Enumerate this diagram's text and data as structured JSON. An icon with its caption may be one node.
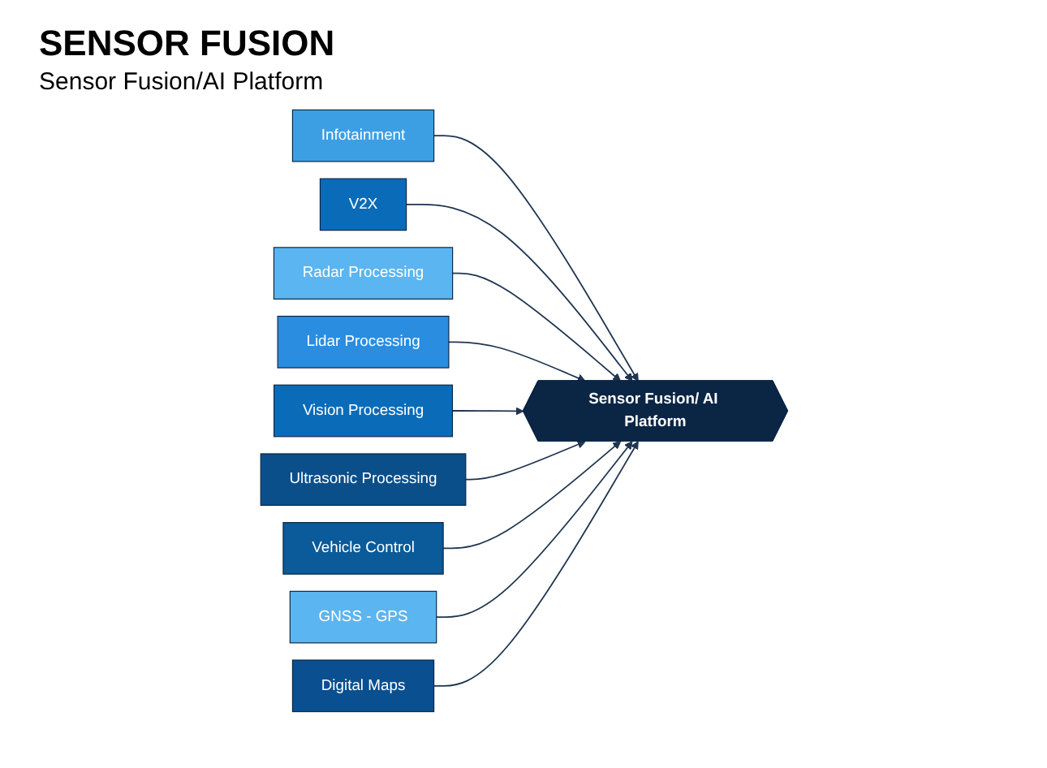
{
  "diagram": {
    "title": "SENSOR FUSION",
    "nodes": [
      {
        "text": [
          "Infotainment"
        ]
      },
      {
        "text": [
          "V2X"
        ]
      },
      {
        "text": [
          "Radar Processing"
        ]
      },
      {
        "text": [
          "Lidar Processing"
        ]
      },
      {
        "text": [
          "Vision Processing"
        ]
      },
      {
        "text": [
          "Ultrasonic Processing"
        ]
      },
      {
        "text": [
          "Sensor Fusion/ AI Platform"
        ]
      },
      {
        "text": [
          "Vehicle Control"
        ]
      },
      {
        "text": [
          "GNSS - GPS"
        ]
      },
      {
        "text": [
          "Digital Maps"
        ]
      }
    ],
    "edges": [
      {
        "from": 0,
        "to": 6,
        "arrow": "to"
      },
      {
        "from": 1,
        "to": 6,
        "arrow": "to"
      },
      {
        "from": 2,
        "to": 6,
        "arrow": "to"
      },
      {
        "from": 3,
        "to": 6,
        "arrow": "to"
      },
      {
        "from": 4,
        "to": 6,
        "arrow": "to"
      },
      {
        "from": 5,
        "to": 6,
        "arrow": "to"
      },
      {
        "from": 7,
        "to": 6,
        "arrow": "to"
      },
      {
        "from": 8,
        "to": 6,
        "arrow": "to"
      },
      {
        "from": 9,
        "to": 6,
        "arrow": "to"
      }
    ],
    "labels": [
      "Sensor Fusion/AI Platform"
    ]
  }
}
